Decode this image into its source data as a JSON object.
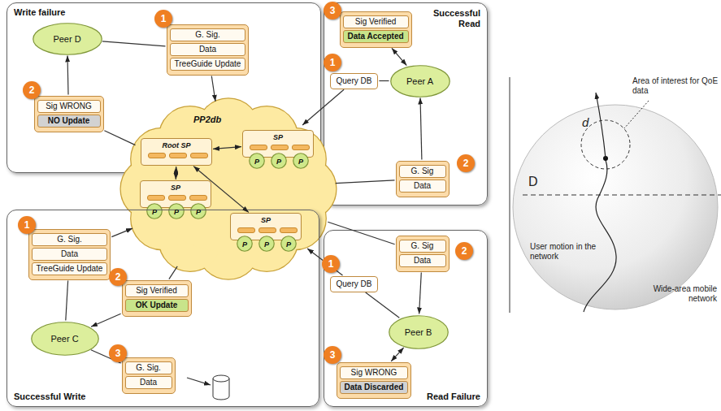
{
  "diagram": {
    "nodes": [
      {
        "text": [
          "Write failure"
        ]
      },
      {
        "text": [
          "G. Sig.",
          "Data",
          "TreeGuide Update"
        ],
        "in": 0
      },
      {
        "text": [
          "Peer D"
        ],
        "in": 0
      },
      {
        "text": [
          "Sig WRONG",
          "NO Update"
        ],
        "in": 0
      },
      {
        "text": [
          "Successful Read"
        ]
      },
      {
        "text": [
          "Sig Verified",
          "Data Accepted"
        ],
        "in": 4
      },
      {
        "text": [
          "Query DB"
        ],
        "in": 4
      },
      {
        "text": [
          "Peer A"
        ],
        "in": 4
      },
      {
        "text": [
          "G. Sig",
          "Data"
        ],
        "in": 4
      },
      {
        "text": [
          "PP2db"
        ]
      },
      {
        "text": [
          "Root SP"
        ],
        "in": 9
      },
      {
        "text": [
          "SP"
        ],
        "in": 9
      },
      {
        "text": [
          "P"
        ],
        "in": 11
      },
      {
        "text": [
          "P"
        ],
        "in": 11
      },
      {
        "text": [
          "P"
        ],
        "in": 11
      },
      {
        "text": [
          "SP"
        ],
        "in": 9
      },
      {
        "text": [
          "P"
        ],
        "in": 15
      },
      {
        "text": [
          "P"
        ],
        "in": 15
      },
      {
        "text": [
          "P"
        ],
        "in": 15
      },
      {
        "text": [
          "SP"
        ],
        "in": 9
      },
      {
        "text": [
          "P"
        ],
        "in": 19
      },
      {
        "text": [
          "P"
        ],
        "in": 19
      },
      {
        "text": [
          "P"
        ],
        "in": 19
      },
      {
        "text": [
          "Successful Write"
        ]
      },
      {
        "text": [
          "G. Sig.",
          "Data",
          "TreeGuide Update"
        ],
        "in": 23
      },
      {
        "text": [
          "Sig Verified",
          "OK Update"
        ],
        "in": 23
      },
      {
        "text": [
          "Peer C"
        ],
        "in": 23
      },
      {
        "text": [
          "G. Sig.",
          "Data"
        ],
        "in": 23
      },
      {
        "text": [
          "Read Failure"
        ]
      },
      {
        "text": [
          "G. Sig",
          "Data"
        ],
        "in": 28
      },
      {
        "text": [
          "Query DB"
        ],
        "in": 28
      },
      {
        "text": [
          "Peer B"
        ],
        "in": 28
      },
      {
        "text": [
          "Sig WRONG",
          "Data Discarded"
        ],
        "in": 28
      }
    ],
    "edges": [
      {
        "from": 2,
        "to": 1,
        "arrow": "none"
      },
      {
        "from": 1,
        "to": 9,
        "arrow": "to"
      },
      {
        "from": 9,
        "to": 3,
        "arrow": "none"
      },
      {
        "from": 3,
        "to": 2,
        "arrow": "to"
      },
      {
        "from": 7,
        "to": 5,
        "arrow": "both"
      },
      {
        "from": 7,
        "to": 6,
        "arrow": "none"
      },
      {
        "from": 6,
        "to": 9,
        "arrow": "to"
      },
      {
        "from": 9,
        "to": 8,
        "arrow": "none"
      },
      {
        "from": 8,
        "to": 7,
        "arrow": "to"
      },
      {
        "from": 26,
        "to": 24,
        "arrow": "none"
      },
      {
        "from": 24,
        "to": 9,
        "arrow": "to"
      },
      {
        "from": 9,
        "to": 25,
        "arrow": "none"
      },
      {
        "from": 25,
        "to": 26,
        "arrow": "to"
      },
      {
        "from": 26,
        "to": 27,
        "arrow": "none"
      },
      {
        "from": 31,
        "to": 30,
        "arrow": "none"
      },
      {
        "from": 30,
        "to": 9,
        "arrow": "to"
      },
      {
        "from": 9,
        "to": 29,
        "arrow": "none"
      },
      {
        "from": 29,
        "to": 31,
        "arrow": "to"
      },
      {
        "from": 31,
        "to": 32,
        "arrow": "both"
      },
      {
        "from": 10,
        "to": 11,
        "arrow": "both"
      },
      {
        "from": 10,
        "to": 15,
        "arrow": "both"
      },
      {
        "from": 10,
        "to": 19,
        "arrow": "both"
      }
    ],
    "labels": [
      "1",
      "2",
      "3",
      "1",
      "2",
      "1",
      "2",
      "3",
      "2",
      "1",
      "3",
      "d",
      "D",
      "Area of interest for QoE data",
      "User motion in the network",
      "Wide-area mobile network"
    ]
  }
}
